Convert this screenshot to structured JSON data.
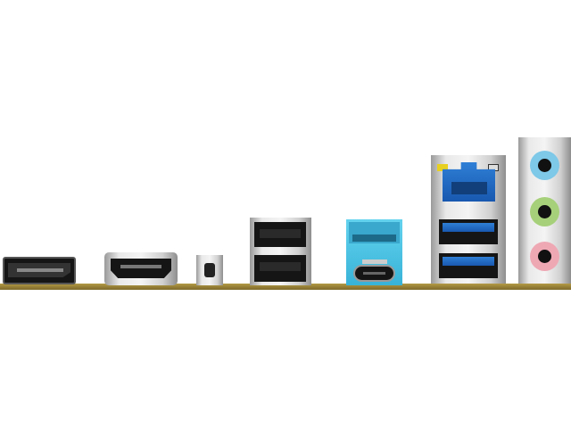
{
  "image": {
    "subject": "motherboard-rear-io-ports",
    "ports": [
      {
        "id": "displayport"
      },
      {
        "id": "hdmi"
      },
      {
        "id": "bios-flashback-button"
      },
      {
        "id": "usb2-stack"
      },
      {
        "id": "usb-a-and-usb-c-combo"
      },
      {
        "id": "lan-and-usb3-stack"
      },
      {
        "id": "audio-jacks",
        "jacks": [
          "line-in",
          "line-out",
          "mic-in"
        ]
      }
    ],
    "colors": {
      "pcb": "#8f7c34",
      "usb3": "#2a72cc",
      "usb_c_housing": "#4fc4e6",
      "audio_blue": "#7ec8e8",
      "audio_green": "#a6d07a",
      "audio_pink": "#eea8b4",
      "led_yellow": "#e8d020"
    }
  }
}
